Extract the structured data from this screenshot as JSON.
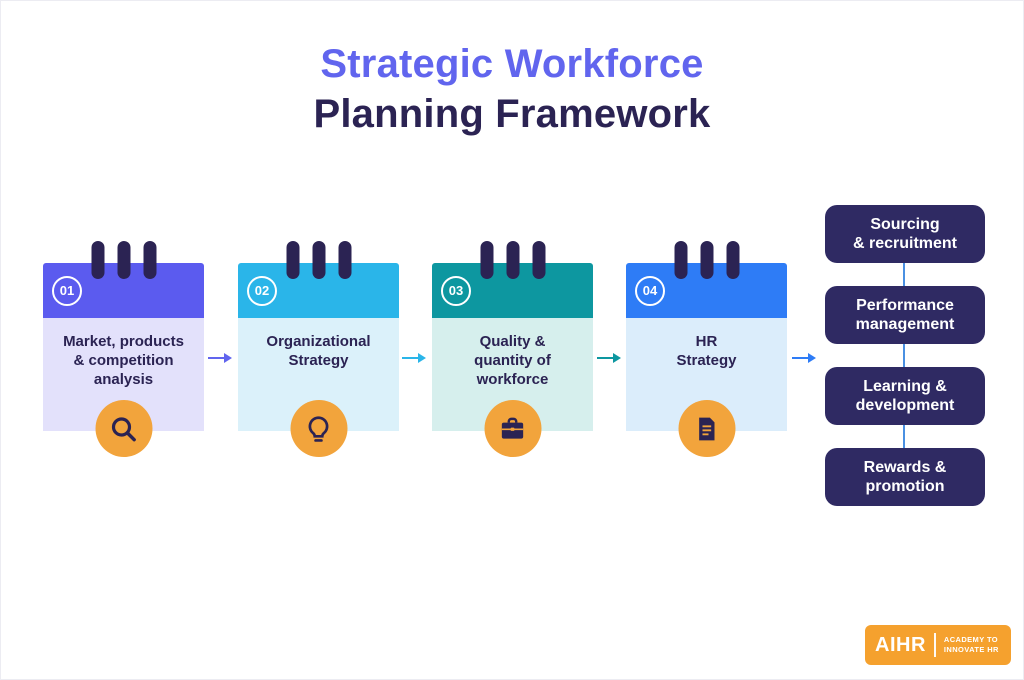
{
  "title": {
    "line1": "Strategic Workforce",
    "line2": "Planning Framework"
  },
  "steps": [
    {
      "number": "01",
      "label": "Market, products\n& competition\nanalysis",
      "icon": "magnifier-icon",
      "header_color": "#5b5bef",
      "body_color": "#e3e1fb",
      "arrow_color": "#6165ee"
    },
    {
      "number": "02",
      "label": "Organizational\nStrategy",
      "icon": "lightbulb-icon",
      "header_color": "#2ab5e9",
      "body_color": "#dbf1fa",
      "arrow_color": "#2ab5e9"
    },
    {
      "number": "03",
      "label": "Quality &\nquantity of\nworkforce",
      "icon": "briefcase-icon",
      "header_color": "#0d97a0",
      "body_color": "#d6efed",
      "arrow_color": "#0d97a0"
    },
    {
      "number": "04",
      "label": "HR\nStrategy",
      "icon": "document-icon",
      "header_color": "#2e7cf6",
      "body_color": "#dbedfb",
      "arrow_color": "#2e7cf6"
    }
  ],
  "outcomes": [
    {
      "label": "Sourcing\n& recruitment"
    },
    {
      "label": "Performance\nmanagement"
    },
    {
      "label": "Learning &\ndevelopment"
    },
    {
      "label": "Rewards &\npromotion"
    }
  ],
  "logo": {
    "brand": "AIHR",
    "tagline": "ACADEMY TO\nINNOVATE HR"
  },
  "colors": {
    "title_accent": "#6165ee",
    "title_dark": "#2b2353",
    "card_text": "#2b2353",
    "ring": "#2b2353",
    "outcome_bg": "#2f2a63",
    "outcome_text": "#ffffff",
    "icon_circle": "#f2a43c",
    "connector": "#4a90e2",
    "logo_bg": "#f5a12e"
  }
}
